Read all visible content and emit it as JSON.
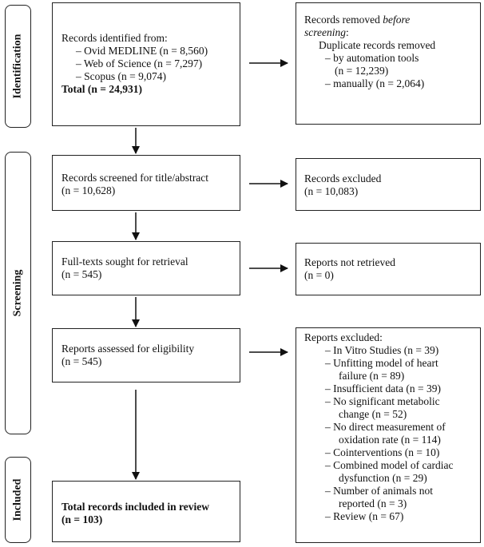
{
  "stages": {
    "identification": "Identification",
    "screening": "Screening",
    "included": "Included"
  },
  "identified": {
    "heading": "Records identified from:",
    "sources": [
      "– Ovid MEDLINE (n = 8,560)",
      "– Web of Science (n = 7,297)",
      "– Scopus (n = 9,074)"
    ],
    "total": "Total (n = 24,931)"
  },
  "removed": {
    "line1": "Records removed ",
    "line1_em": "before",
    "line2_em": "screening",
    "line2_rest": ":",
    "line3": "Duplicate records removed",
    "line4": "– by automation tools",
    "line5": "(n = 12,239)",
    "line6": "– manually (n = 2,064)"
  },
  "screened": {
    "line1": "Records screened for title/abstract",
    "line2": "(n = 10,628)"
  },
  "excluded": {
    "line1": "Records excluded",
    "line2": "(n = 10,083)"
  },
  "sought": {
    "line1": "Full-texts sought for retrieval",
    "line2": "(n = 545)"
  },
  "not_retrieved": {
    "line1": "Reports not retrieved",
    "line2": "(n = 0)"
  },
  "assessed": {
    "line1": "Reports assessed for eligibility",
    "line2": "(n = 545)"
  },
  "reports_excluded": {
    "heading": "Reports excluded:",
    "items": [
      [
        "– In Vitro Studies (n = 39)"
      ],
      [
        "– Unfitting model of heart",
        "failure (n = 89)"
      ],
      [
        "– Insufficient data (n = 39)"
      ],
      [
        "– No significant metabolic",
        "change (n = 52)"
      ],
      [
        "– No direct measurement of",
        "oxidation rate (n = 114)"
      ],
      [
        "– Cointerventions (n = 10)"
      ],
      [
        "– Combined model of cardiac",
        "dysfunction (n = 29)"
      ],
      [
        "– Number of animals not",
        "reported (n = 3)"
      ],
      [
        "– Review (n = 67)"
      ]
    ]
  },
  "included": {
    "line1": "Total records included in review",
    "line2": "(n = 103)"
  }
}
